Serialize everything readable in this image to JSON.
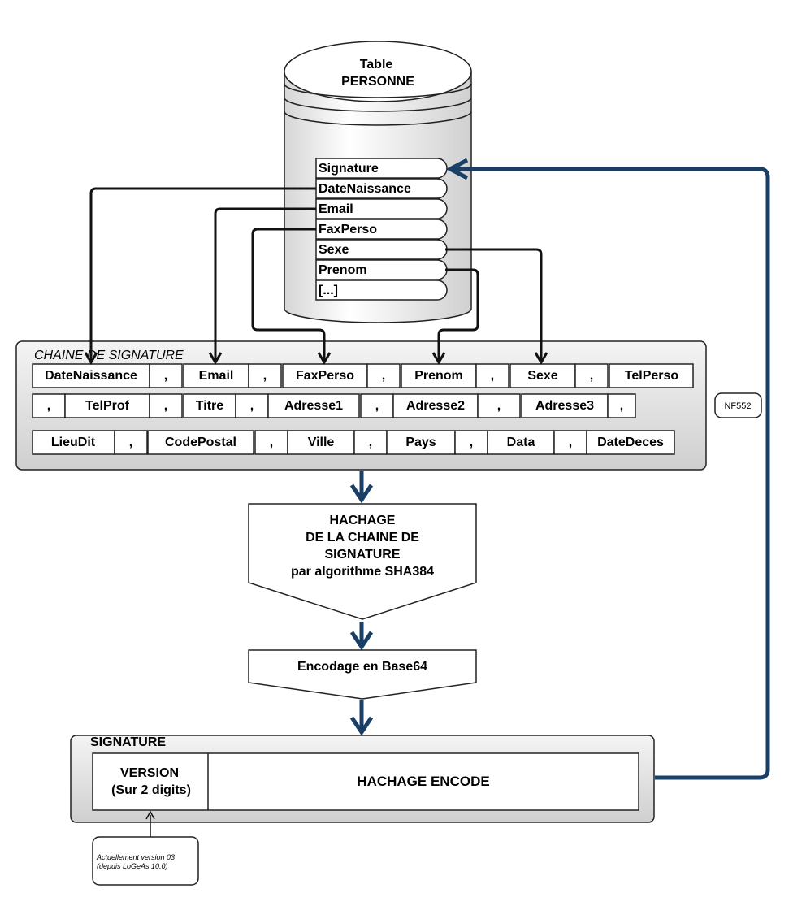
{
  "table": {
    "title_line1": "Table",
    "title_line2": "PERSONNE",
    "fields": [
      "Signature",
      "DateNaissance",
      "Email",
      "FaxPerso",
      "Sexe",
      "Prenom",
      "[...]"
    ]
  },
  "chaine": {
    "title": "CHAINE DE SIGNATURE",
    "row1": [
      "DateNaissance",
      ",",
      "Email",
      ",",
      "FaxPerso",
      ",",
      "Prenom",
      ",",
      "Sexe",
      ",",
      "TelPerso"
    ],
    "row2": [
      ",",
      "TelProf",
      ",",
      "Titre",
      ",",
      "Adresse1",
      ",",
      "Adresse2",
      ",",
      "Adresse3",
      ","
    ],
    "row3": [
      "LieuDit",
      ",",
      "CodePostal",
      ",",
      "Ville",
      ",",
      "Pays",
      ",",
      "Data",
      ",",
      "DateDeces"
    ]
  },
  "note_label": "NF552",
  "hachage": {
    "line1": "HACHAGE",
    "line2": "DE LA CHAINE DE",
    "line3": "SIGNATURE",
    "line4": "par algorithme SHA384"
  },
  "encodage": "Encodage en Base64",
  "signature": {
    "title": "SIGNATURE",
    "version_line1": "VERSION",
    "version_line2": "(Sur 2 digits)",
    "hash_label": "HACHAGE ENCODE"
  },
  "callout": {
    "line1": "Actuellement version 03",
    "line2": "(depuis LoGeAs 10.0)"
  },
  "colors": {
    "arrow_blue": "#1a3f66",
    "frame_gray": "#e0e0e0"
  }
}
